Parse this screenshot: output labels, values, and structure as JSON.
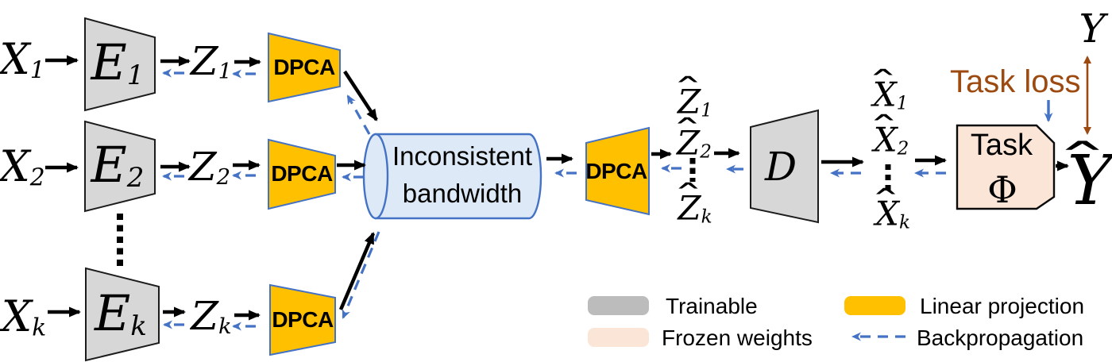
{
  "colors": {
    "trainable_gray": "#d7d7d7",
    "legend_gray": "#bcbcbc",
    "linear_projection_gold": "#ffc000",
    "frozen_peach": "#fbe5d6",
    "channel_fill": "#dde9f7",
    "outline_blue": "#4472c4",
    "backprop_blue": "#4472c4",
    "task_loss_brown": "#9c4a10",
    "arrow_black": "#000000"
  },
  "nodes": {
    "x1": {
      "base": "X",
      "sub": "1"
    },
    "x2": {
      "base": "X",
      "sub": "2"
    },
    "xk": {
      "base": "X",
      "sub": "k"
    },
    "e1": {
      "base": "E",
      "sub": "1"
    },
    "e2": {
      "base": "E",
      "sub": "2"
    },
    "ek": {
      "base": "E",
      "sub": "k"
    },
    "z1": {
      "base": "Z",
      "sub": "1"
    },
    "z2": {
      "base": "Z",
      "sub": "2"
    },
    "zk": {
      "base": "Z",
      "sub": "k"
    },
    "dpca1": {
      "label": "DPCA"
    },
    "dpca2": {
      "label": "DPCA"
    },
    "dpcak": {
      "label": "DPCA"
    },
    "dpca_decoder": {
      "label": "DPCA"
    },
    "channel": {
      "line1": "Inconsistent",
      "line2": "bandwidth"
    },
    "zhat1": {
      "hat": "ˆ",
      "base": "Z",
      "sub": "1"
    },
    "zhat2": {
      "hat": "ˆ",
      "base": "Z",
      "sub": "2"
    },
    "zhatk": {
      "hat": "ˆ",
      "base": "Z",
      "sub": "k"
    },
    "decoder": {
      "base": "D"
    },
    "xhat1": {
      "hat": "ˆ",
      "base": "X",
      "sub": "1"
    },
    "xhat2": {
      "hat": "ˆ",
      "base": "X",
      "sub": "2"
    },
    "xhatk": {
      "hat": "ˆ",
      "base": "X",
      "sub": "k"
    },
    "task": {
      "line1": "Task",
      "line2": "Φ"
    },
    "y": {
      "base": "Y"
    },
    "yhat": {
      "hat": "ˆ",
      "base": "Y"
    },
    "task_loss": "Task loss"
  },
  "legend": {
    "trainable": {
      "label": "Trainable"
    },
    "frozen_weights": {
      "label": "Frozen weights"
    },
    "linear_projection": {
      "label": "Linear projection"
    },
    "backpropagation": {
      "label": "Backpropagation"
    }
  }
}
